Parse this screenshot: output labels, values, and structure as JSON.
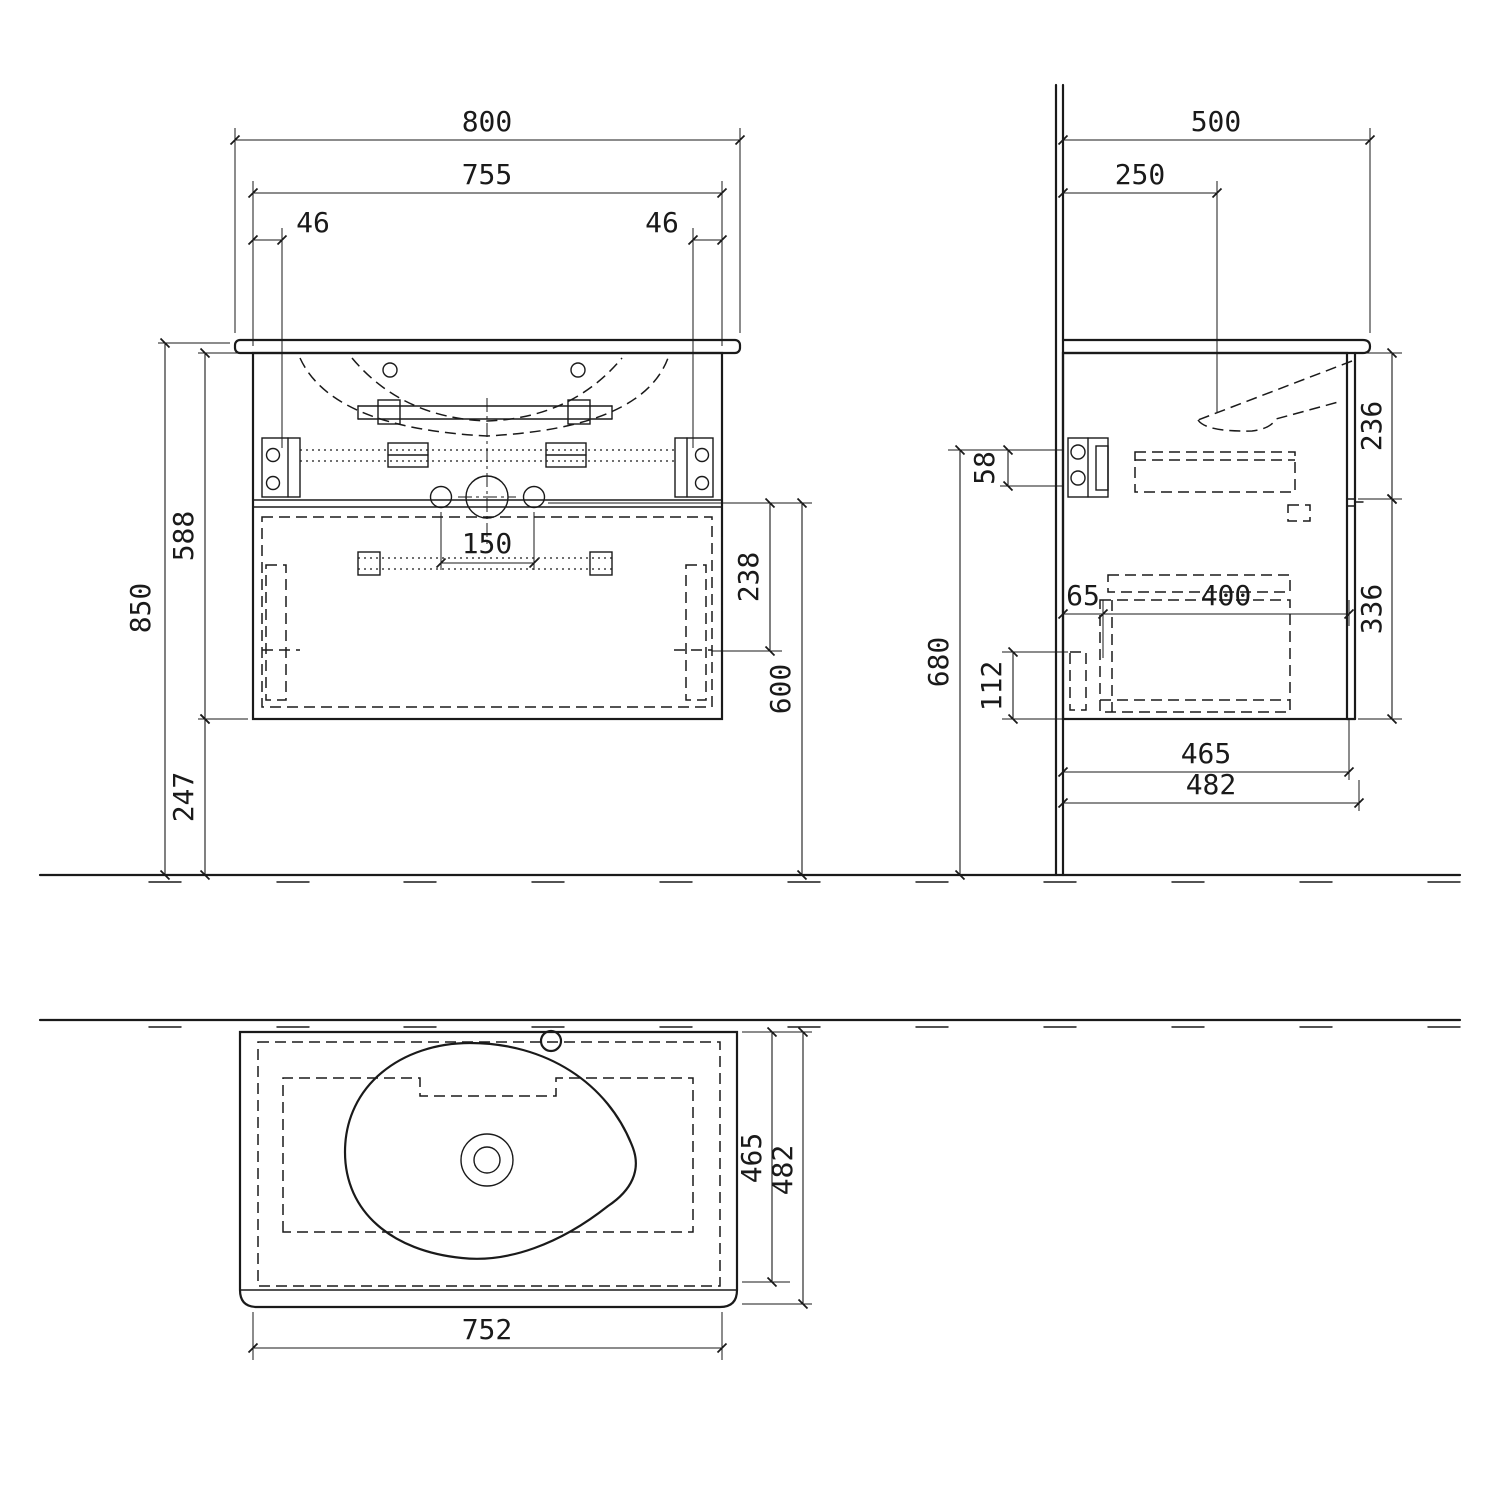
{
  "colors": {
    "line": "#1a1a1a",
    "background": "#ffffff"
  },
  "front": {
    "total_width": "800",
    "top_width": "755",
    "offset_left": "46",
    "offset_right": "46",
    "total_height": "850",
    "cabinet_height": "588",
    "floor_clearance": "247",
    "drain_spacing": "150",
    "drain_to_bottom": "238",
    "drain_height": "600"
  },
  "side": {
    "total_depth": "500",
    "basin_center_depth": "250",
    "bracket_height": "58",
    "upper_section_height": "236",
    "lower_section_height": "336",
    "front_inset": "65",
    "drawer_depth": "400",
    "bottom_section_height": "112",
    "bracket_floor_height": "680",
    "cabinet_depth": "465",
    "overall_depth": "482"
  },
  "plan": {
    "inner_depth": "465",
    "outer_depth": "482",
    "cabinet_width": "752"
  }
}
